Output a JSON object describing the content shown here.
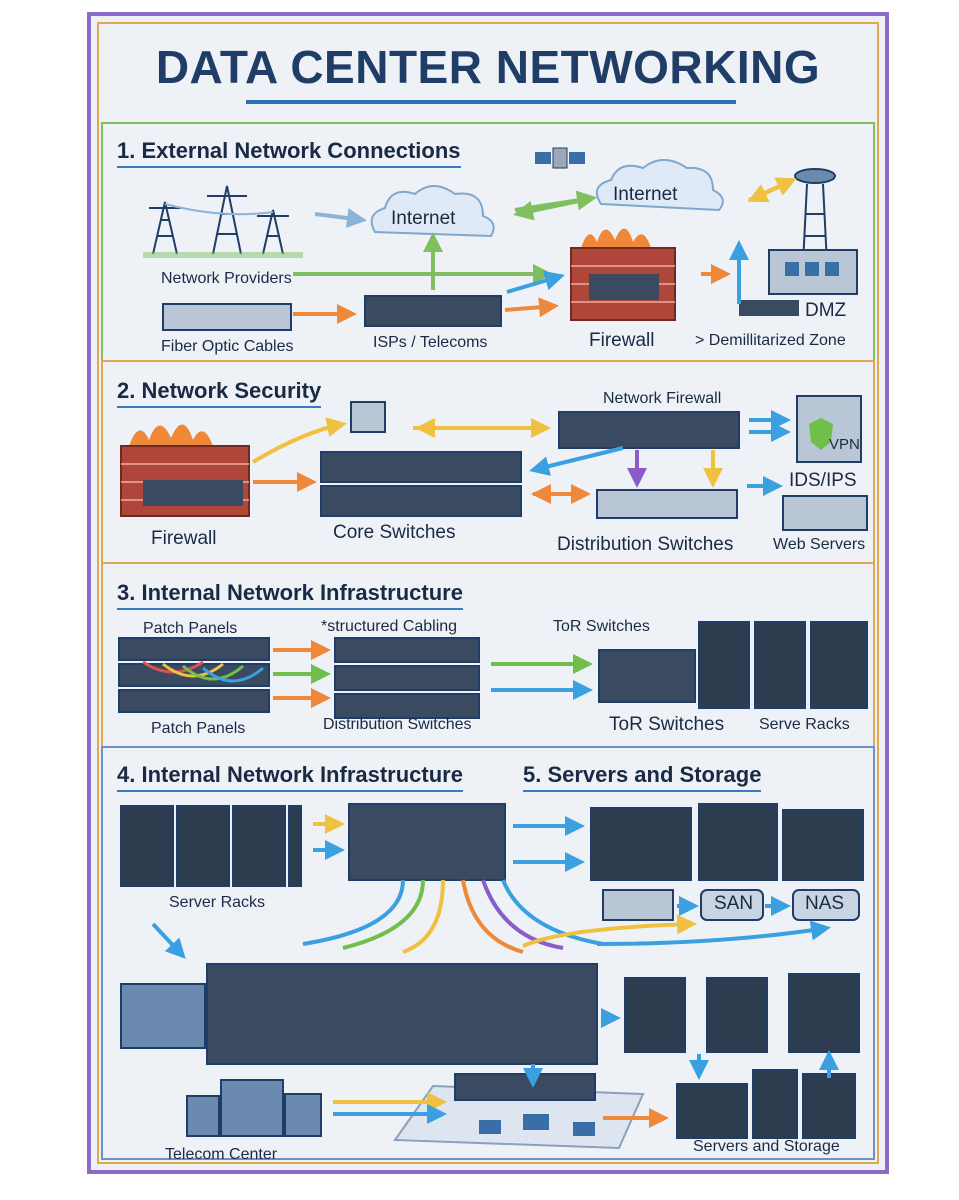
{
  "title": "DATA CENTER NETWORKING",
  "colors": {
    "orange": "#f0883a",
    "green": "#6fbf4a",
    "blue": "#3aa0e0",
    "purple": "#8a5cc8",
    "yellow": "#f0c040",
    "navy": "#1f3d66"
  },
  "sections": {
    "s1": {
      "heading": "1. External Network Connections",
      "labels": {
        "internet_left": "Internet",
        "internet_right": "Internet",
        "network_providers": "Network Providers",
        "fiber": "Fiber Optic Cables",
        "isps": "ISPs / Telecoms",
        "firewall": "Firewall",
        "dmz": "DMZ",
        "dmz_desc": "> Demillitarized Zone"
      },
      "icons": [
        "satellite-icon",
        "transmission-tower-icon",
        "cloud-icon",
        "firewall-icon",
        "antenna-tower-icon"
      ]
    },
    "s2": {
      "heading": "2. Network Security",
      "labels": {
        "network_firewall": "Network Firewall",
        "vpn": "VPN",
        "ids_ips": "IDS/IPS",
        "firewall": "Firewall",
        "core_switches": "Core Switches",
        "distribution_switches": "Distribution Switches",
        "web_servers": "Web Servers"
      }
    },
    "s3": {
      "heading": "3. Internal Network Infrastructure",
      "labels": {
        "patch_panels_top": "Patch Panels",
        "structured_cabling": "*structured Cabling",
        "tor_top": "ToR Switches",
        "patch_panels_bottom": "Patch Panels",
        "distribution_switches": "Distribution Switches",
        "tor_bottom": "ToR Switches",
        "serve_racks": "Serve Racks"
      }
    },
    "s4": {
      "heading_4": "4. Internal Network Infrastructure",
      "heading_5": "5. Servers and Storage",
      "labels": {
        "server_racks": "Server Racks",
        "san": "SAN",
        "nas": "NAS",
        "telecom_center": "Telecom Center",
        "servers_storage": "Servers and Storage"
      }
    }
  }
}
